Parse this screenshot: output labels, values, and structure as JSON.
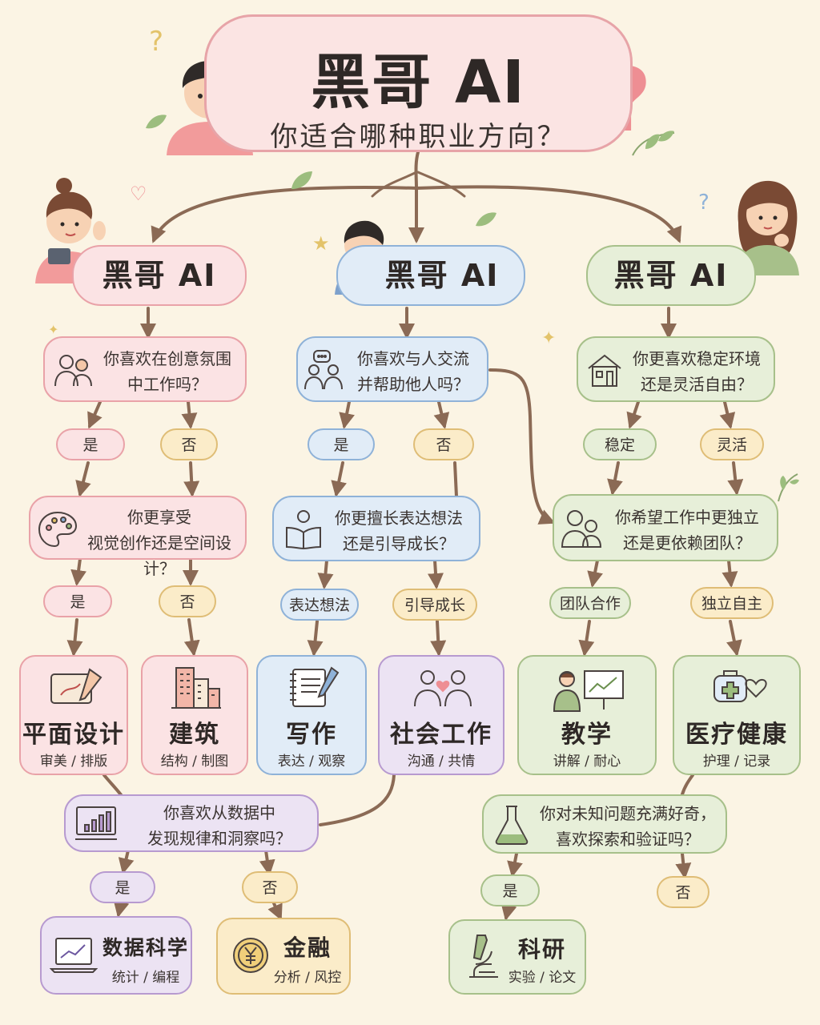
{
  "header": {
    "title": "黑哥 AI",
    "subtitle": "你适合哪种职业方向？"
  },
  "branches": [
    {
      "label": "黑哥 AI"
    },
    {
      "label": "黑哥 AI"
    },
    {
      "label": "黑哥 AI"
    }
  ],
  "questions": {
    "creative": {
      "line1": "你喜欢在创意氛围",
      "line2": "中工作吗？"
    },
    "visual": {
      "line1": "你更享受",
      "line2": "视觉创作还是空间设计？"
    },
    "people": {
      "line1": "你喜欢与人交流",
      "line2": "并帮助他人吗？"
    },
    "express": {
      "line1": "你更擅长表达想法",
      "line2": "还是引导成长？"
    },
    "stable": {
      "line1": "你更喜欢稳定环境",
      "line2": "还是灵活自由？"
    },
    "independent": {
      "line1": "你希望工作中更独立",
      "line2": "还是更依赖团队？"
    },
    "data": {
      "line1": "你喜欢从数据中",
      "line2": "发现规律和洞察吗？"
    },
    "curious": {
      "line1": "你对未知问题充满好奇，",
      "line2": "喜欢探索和验证吗？"
    }
  },
  "answers": {
    "creative_yes": "是",
    "creative_no": "否",
    "visual_yes": "是",
    "visual_no": "否",
    "people_yes": "是",
    "people_no": "否",
    "express_a": "表达想法",
    "express_b": "引导成长",
    "stable_a": "稳定",
    "stable_b": "灵活",
    "indep_a": "团队合作",
    "indep_b": "独立自主",
    "data_yes": "是",
    "data_no": "否",
    "curious_yes": "是",
    "curious_no": "否"
  },
  "careers": {
    "graphic": {
      "name": "平面设计",
      "tags": "审美 / 排版"
    },
    "architecture": {
      "name": "建筑",
      "tags": "结构 / 制图"
    },
    "writing": {
      "name": "写作",
      "tags": "表达 / 观察"
    },
    "social": {
      "name": "社会工作",
      "tags": "沟通 / 共情"
    },
    "teaching": {
      "name": "教学",
      "tags": "讲解 / 耐心"
    },
    "medical": {
      "name": "医疗健康",
      "tags": "护理 / 记录"
    },
    "datasci": {
      "name": "数据科学",
      "tags": "统计 / 编程"
    },
    "finance": {
      "name": "金融",
      "tags": "分析 / 风控"
    },
    "research": {
      "name": "科研",
      "tags": "实验 / 论文"
    }
  },
  "colors": {
    "connector": "#8b6a55",
    "pink": "#e9a2a8",
    "blue": "#8fb2d8",
    "green": "#a7c08a",
    "purple": "#b79ad0",
    "yellow": "#dfbd76"
  },
  "icons": [
    "question-mark-icon",
    "leaf-icon",
    "heart-icon",
    "star-icon",
    "people-icon",
    "chat-people-icon",
    "house-icon",
    "palette-icon",
    "reading-person-icon",
    "team-icon",
    "tablet-pen-icon",
    "buildings-icon",
    "notebook-pen-icon",
    "people-heart-icon",
    "teacher-board-icon",
    "medical-kit-icon",
    "bar-chart-monitor-icon",
    "yuan-coin-icon",
    "flask-icon",
    "microscope-icon",
    "line-chart-laptop-icon"
  ]
}
